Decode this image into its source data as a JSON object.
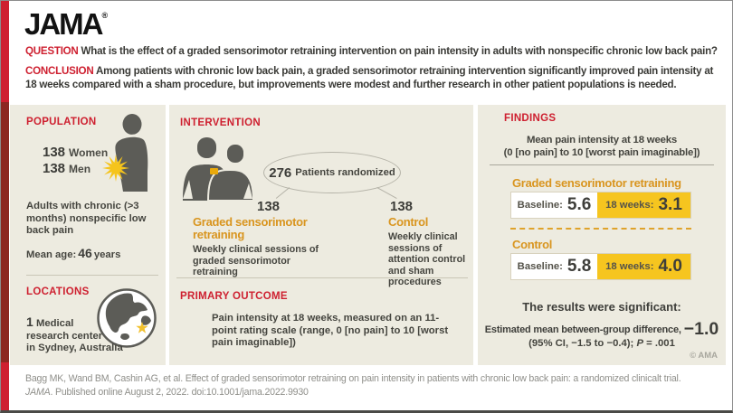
{
  "brand": {
    "logo": "JAMA",
    "reg": "®",
    "copyright": "© AMA"
  },
  "colors": {
    "jama_red": "#CE2030",
    "maroon_bar": "#8C2822",
    "panel_beige": "#EDEBE0",
    "highlight_yellow": "#F6C51F",
    "accent_orange": "#D9951F",
    "icon_gray": "#5C5C57"
  },
  "header": {
    "question_label": "QUESTION",
    "question_text": "What is the effect of a graded sensorimotor retraining intervention on pain intensity in adults with nonspecific chronic low back pain?",
    "conclusion_label": "CONCLUSION",
    "conclusion_text": "Among patients with chronic low back pain, a graded sensorimotor retraining intervention significantly improved pain intensity at 18 weeks compared with a sham procedure, but improvements were modest and further research in other patient populations is needed."
  },
  "population": {
    "title": "POPULATION",
    "women_count": "138",
    "women_label": "Women",
    "men_count": "138",
    "men_label": "Men",
    "description": "Adults with chronic (>3 months) nonspecific low back pain",
    "mean_age_label": "Mean age:",
    "mean_age_value": "46",
    "mean_age_unit": "years"
  },
  "locations": {
    "title": "LOCATIONS",
    "count": "1",
    "line1_rest": "Medical",
    "line2": "research center",
    "line3": "in Sydney, Australia"
  },
  "intervention": {
    "title": "INTERVENTION",
    "randomized_count": "276",
    "randomized_label": "Patients randomized",
    "arms": [
      {
        "count": "138",
        "name": "Graded sensorimotor retraining",
        "description": "Weekly clinical sessions of graded sensorimotor retraining"
      },
      {
        "count": "138",
        "name": "Control",
        "description": "Weekly clinical sessions of attention control and sham procedures"
      }
    ]
  },
  "primary_outcome": {
    "title": "PRIMARY OUTCOME",
    "text": "Pain intensity at 18 weeks, measured on an 11-point rating scale (range, 0 [no pain] to 10 [worst pain imaginable])"
  },
  "findings": {
    "title": "FINDINGS",
    "subtitle_line1": "Mean pain intensity at 18 weeks",
    "subtitle_line2": "(0 [no pain] to 10 [worst pain imaginable])",
    "groups": [
      {
        "name": "Graded sensorimotor retraining",
        "baseline_label": "Baseline:",
        "baseline_value": "5.6",
        "week18_label": "18 weeks:",
        "week18_value": "3.1"
      },
      {
        "name": "Control",
        "baseline_label": "Baseline:",
        "baseline_value": "5.8",
        "week18_label": "18 weeks:",
        "week18_value": "4.0"
      }
    ],
    "significance": "The results were significant:",
    "difference_label": "Estimated mean between-group difference,",
    "difference_value": "−1.0",
    "ci_prefix": "(95% CI, −1.5 to −0.4); ",
    "p_italic": "P",
    "p_rest": " = .001"
  },
  "footer": {
    "citation_line1": "Bagg MK, Wand BM, Cashin AG, et al. Effect of graded sensorimotor retraining on pain intensity in patients with chronic low back pain: a randomized clinicalt trial.",
    "citation_journal": "JAMA",
    "citation_line2_rest": ". Published online August 2, 2022. doi:10.1001/jama.2022.9930"
  }
}
